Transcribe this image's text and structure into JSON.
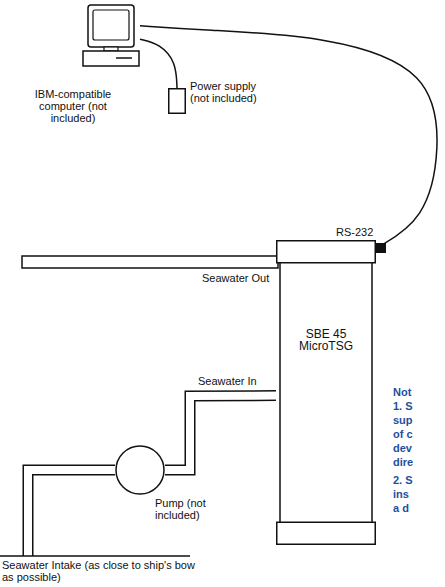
{
  "diagram": {
    "nodes": [
      {
        "text": [
          "IBM-compatible computer (not included)"
        ]
      },
      {
        "text": [
          "Power supply (not included)"
        ]
      },
      {
        "text": [
          "SBE 45 MicroTSG"
        ]
      },
      {
        "text": [
          "Pump (not included)"
        ]
      }
    ],
    "edges": [
      {
        "from": 0,
        "to": 2,
        "arrow": "none"
      },
      {
        "from": 0,
        "to": 1,
        "arrow": "none"
      },
      {
        "from": 3,
        "to": 2,
        "label": "Seawater In",
        "arrow": "none"
      }
    ],
    "labels": [
      "Seawater Out",
      "RS-232",
      "Seawater Intake (as close to ship's bow as possible)",
      "Not",
      "1. S",
      "sup",
      "of c",
      "dev",
      "dire",
      "2. S",
      "ins",
      "a d"
    ]
  }
}
